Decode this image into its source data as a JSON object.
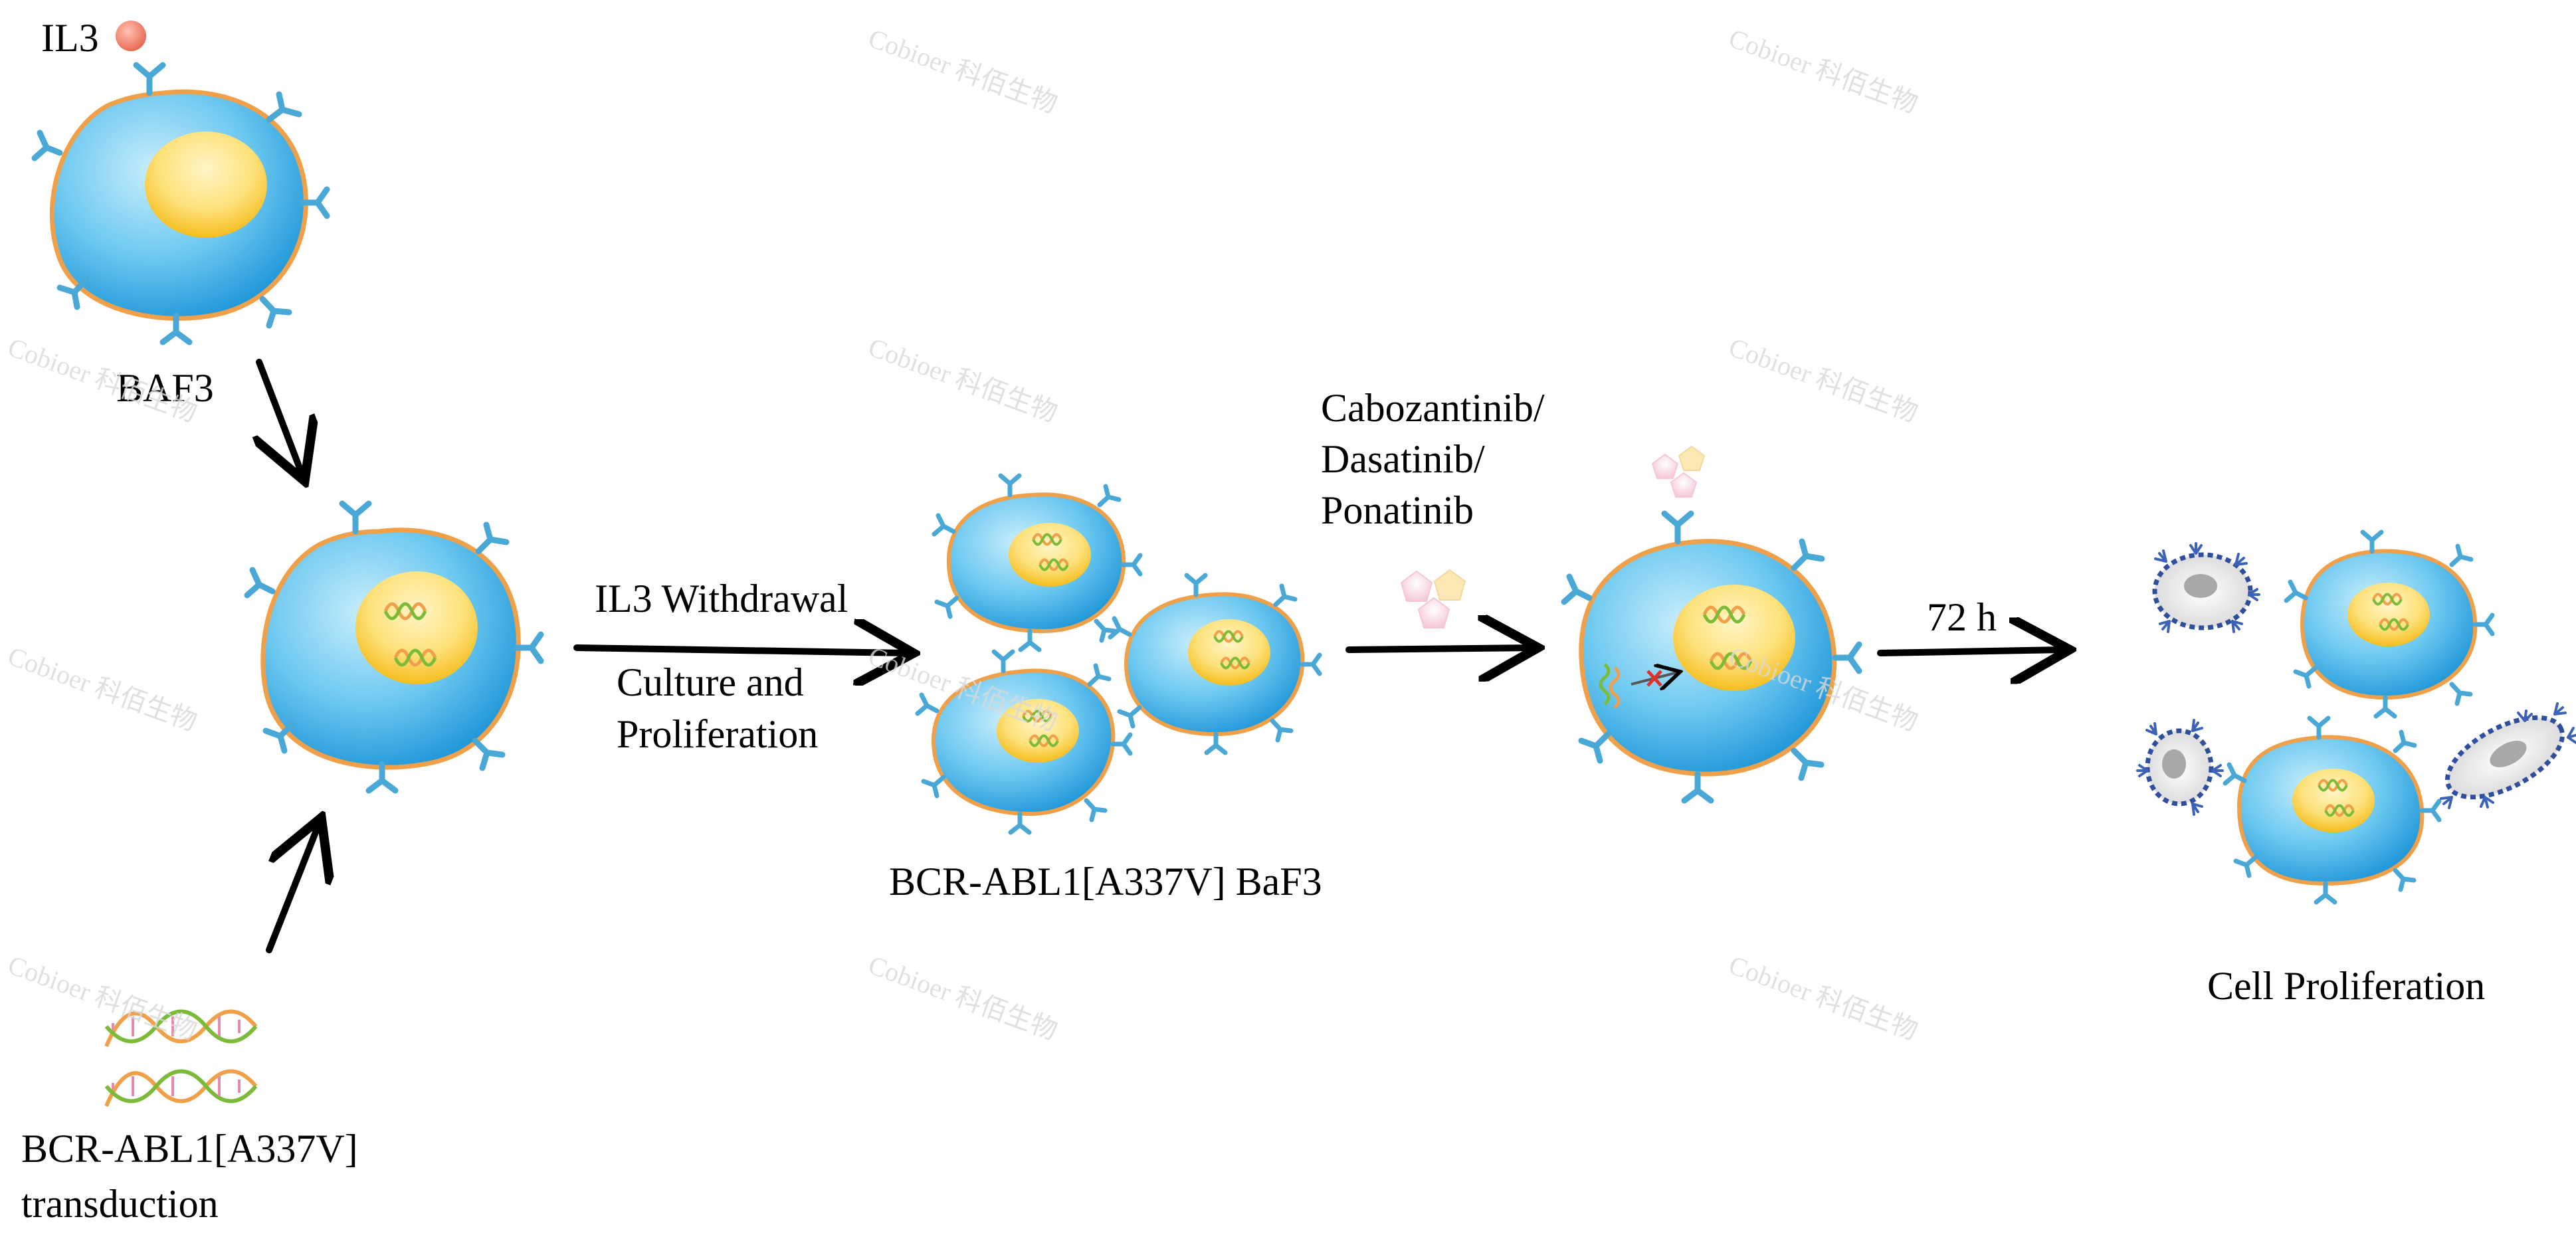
{
  "labels": {
    "il3": "IL3",
    "baf3": "BAF3",
    "transduction_line1": "BCR-ABL1[A337V]",
    "transduction_line2": "transduction",
    "withdrawal": "IL3 Withdrawal",
    "culture_line1": "Culture and",
    "culture_line2": "Proliferation",
    "cell_line": "BCR-ABL1[A337V] BaF3",
    "drug_line1": "Cabozantinib/",
    "drug_line2": "Dasatinib/",
    "drug_line3": "Ponatinib",
    "time": "72 h",
    "outcome": "Cell Proliferation"
  },
  "watermark": "Cobioer 科佰生物",
  "colors": {
    "cytoplasm_light": "#bfe9fb",
    "cytoplasm_dark": "#2aa3df",
    "membrane": "#f0a048",
    "nucleus_light": "#fff3b8",
    "nucleus_dark": "#f8c21b",
    "receptor": "#4aa8d6",
    "il3_ligand": "#f07a62",
    "arrow": "#000000",
    "dead_cell_border": "#2f4f9e",
    "dead_cell_fill": "#e6e6e6"
  }
}
